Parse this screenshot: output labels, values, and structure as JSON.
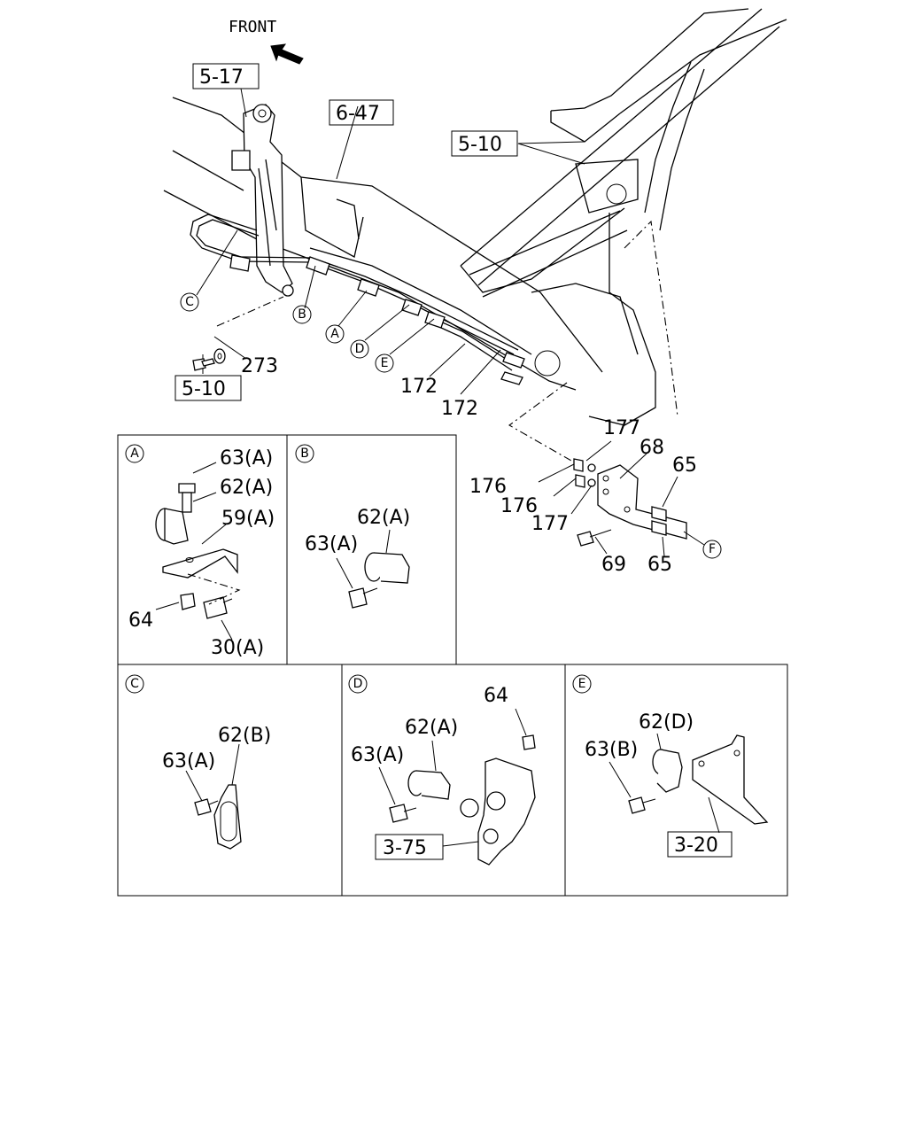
{
  "front_label": "FRONT",
  "refs": {
    "r517": "5-17",
    "r647": "6-47",
    "r510_top": "5-10",
    "r510_bottom": "5-10",
    "r375": "3-75",
    "r320": "3-20"
  },
  "main_labels": {
    "l273": "273",
    "l172a": "172",
    "l172b": "172",
    "l177a": "177",
    "l68": "68",
    "l65a": "65",
    "l176a": "176",
    "l176b": "176",
    "l177b": "177",
    "l69": "69",
    "l65b": "65"
  },
  "callouts": {
    "main_c": "C",
    "main_b": "B",
    "main_a": "A",
    "main_d": "D",
    "main_e": "E",
    "main_f": "F"
  },
  "panels": {
    "A": {
      "letter": "A",
      "labels": [
        "63(A)",
        "62(A)",
        "59(A)",
        "64",
        "30(A)"
      ]
    },
    "B": {
      "letter": "B",
      "labels": [
        "62(A)",
        "63(A)"
      ]
    },
    "C": {
      "letter": "C",
      "labels": [
        "62(B)",
        "63(A)"
      ]
    },
    "D": {
      "letter": "D",
      "labels": [
        "64",
        "62(A)",
        "63(A)"
      ]
    },
    "E": {
      "letter": "E",
      "labels": [
        "62(D)",
        "63(B)"
      ]
    }
  }
}
